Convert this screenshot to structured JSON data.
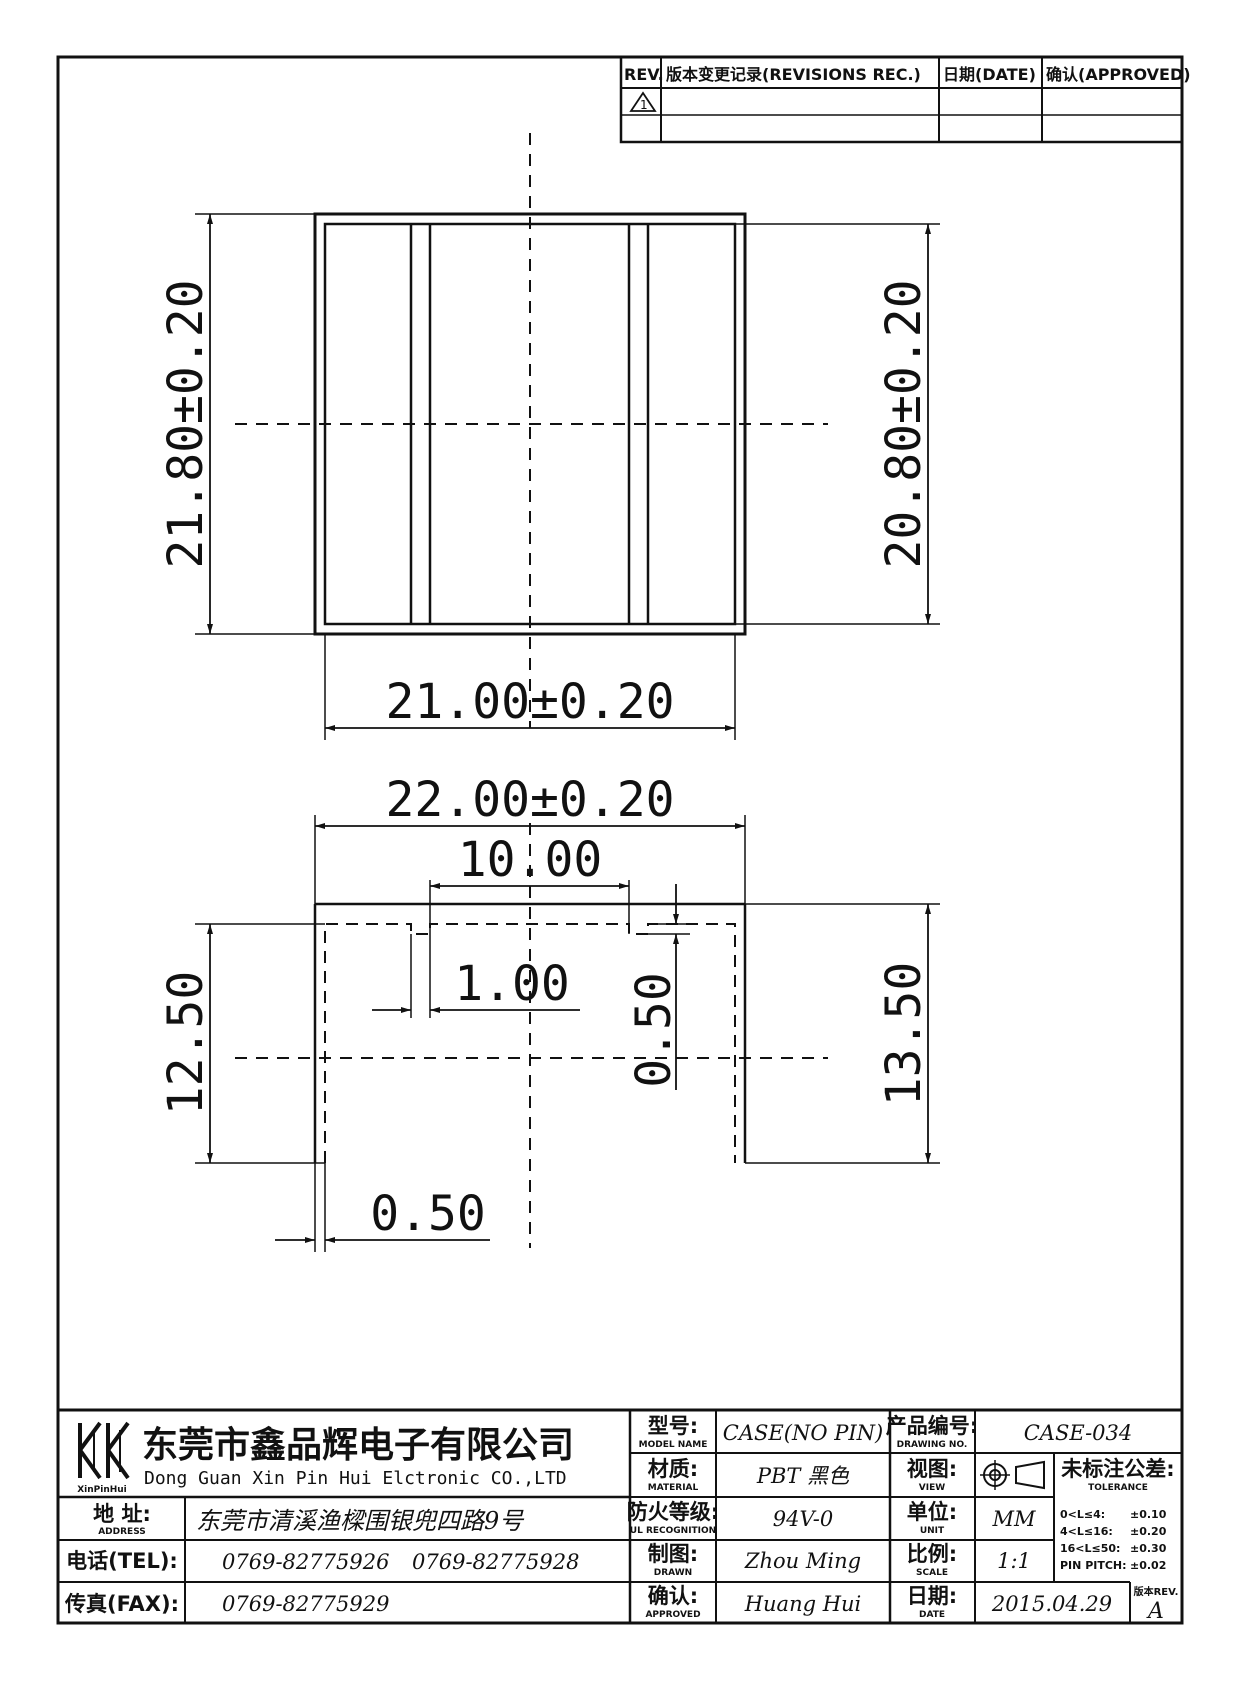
{
  "revision_table": {
    "headers": [
      "REV.",
      "版本变更记录(REVISIONS REC.)",
      "日期(DATE)",
      "确认(APPROVED)"
    ],
    "rev_symbol": "1"
  },
  "top_view": {
    "dims": {
      "left_height": "21.80±0.20",
      "right_height": "20.80±0.20",
      "bottom_width": "21.00±0.20"
    }
  },
  "front_view": {
    "dims": {
      "overall_width": "22.00±0.20",
      "slot_spacing": "10.00",
      "slot_width": "1.00",
      "slot_depth": "0.50",
      "left_height": "12.50",
      "right_height": "13.50",
      "wall": "0.50"
    }
  },
  "title_block": {
    "company_cn": "东莞市鑫品辉电子有限公司",
    "company_en": "Dong Guan Xin Pin Hui Elctronic CO.,LTD",
    "logo_text": "XinPinHui",
    "address_label": "地 址:",
    "address_sub": "ADDRESS",
    "address": "东莞市清溪渔樑围银兜四路9号",
    "tel_label": "电话(TEL):",
    "tel1": "0769-82775926",
    "tel2": "0769-82775928",
    "fax_label": "传真(FAX):",
    "fax": "0769-82775929",
    "model_label": "型号:",
    "model_sub": "MODEL NAME",
    "model": "CASE(NO PIN)",
    "material_label": "材质:",
    "material_sub": "MATERIAL",
    "material": "PBT 黑色",
    "ul_label": "防火等级:",
    "ul_sub": "UL RECOGNITION",
    "ul": "94V-0",
    "drawn_label": "制图:",
    "drawn_sub": "DRAWN",
    "drawn": "Zhou Ming",
    "approved_label": "确认:",
    "approved_sub": "APPROVED",
    "approved": "Huang Hui",
    "drawing_no_label": "产品编号:",
    "drawing_no_sub": "DRAWING NO.",
    "drawing_no": "CASE-034",
    "view_label": "视图:",
    "view_sub": "VIEW",
    "unit_label": "单位:",
    "unit_sub": "UNIT",
    "unit": "MM",
    "scale_label": "比例:",
    "scale_sub": "SCALE",
    "scale": "1:1",
    "date_label": "日期:",
    "date_sub": "DATE",
    "date": "2015.04.29",
    "tolerance_label": "未标注公差:",
    "tolerance_sub": "TOLERANCE",
    "tolerances": [
      {
        "range": "0<L≤4:",
        "value": "±0.10"
      },
      {
        "range": "4<L≤16:",
        "value": "±0.20"
      },
      {
        "range": "16<L≤50:",
        "value": "±0.30"
      },
      {
        "range": "PIN PITCH:",
        "value": "±0.02"
      }
    ],
    "rev_label": "版本REV.",
    "rev": "A"
  }
}
